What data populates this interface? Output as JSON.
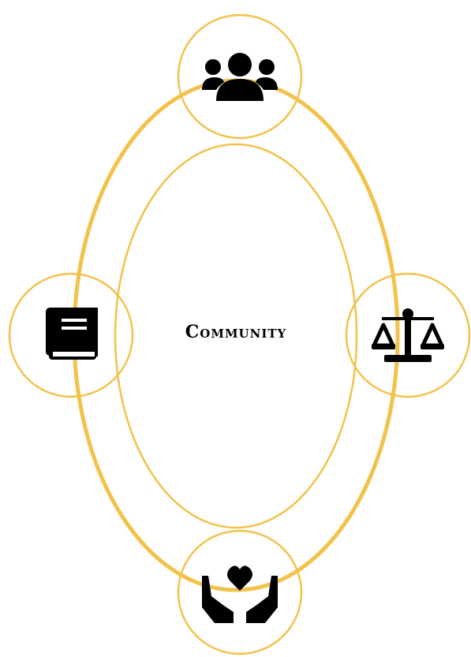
{
  "center_label": "Community",
  "colors": {
    "accent": "#F2C24B",
    "icon": "#000000",
    "background": "#FFFFFF"
  },
  "nodes": [
    {
      "id": "top",
      "icon": "people-group-icon"
    },
    {
      "id": "left",
      "icon": "book-icon"
    },
    {
      "id": "right",
      "icon": "balance-scale-icon"
    },
    {
      "id": "bottom",
      "icon": "hands-heart-icon"
    }
  ]
}
